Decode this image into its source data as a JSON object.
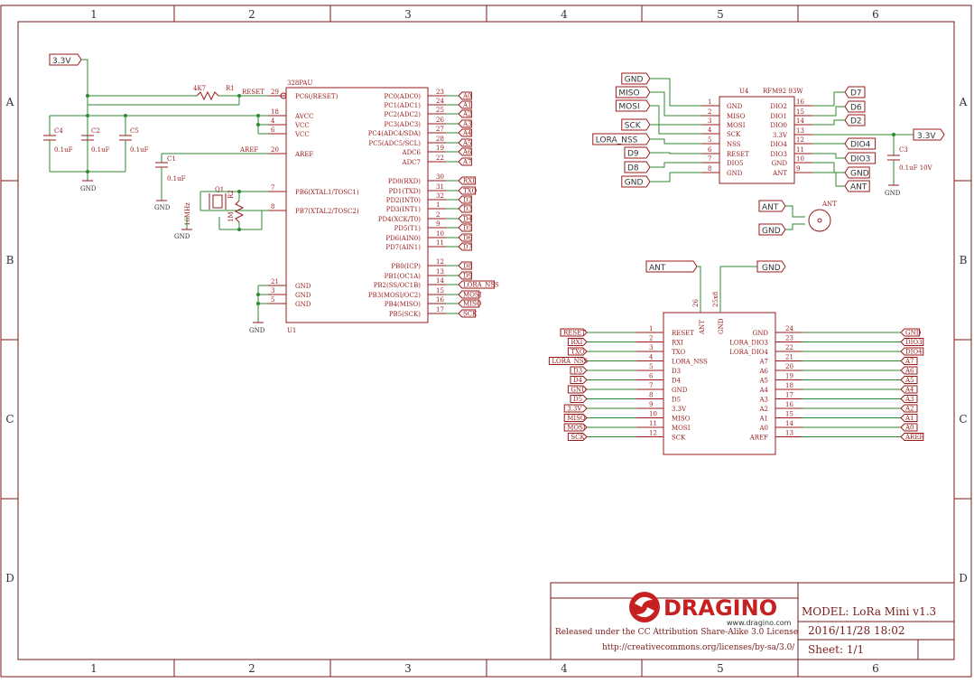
{
  "grid": {
    "cols": [
      "1",
      "2",
      "3",
      "4",
      "5",
      "6"
    ],
    "rows": [
      "A",
      "B",
      "C",
      "D"
    ]
  },
  "u1": {
    "name": "U1",
    "value": "328PAU",
    "left_pins": [
      {
        "label": "PC6(/RESET)",
        "num": "29"
      },
      {
        "label": "AVCC",
        "num": "18"
      },
      {
        "label": "VCC",
        "num": "4"
      },
      {
        "label": "VCC",
        "num": "6"
      },
      {
        "label": "AREF",
        "num": "20"
      },
      {
        "label": "PB6(XTAL1/TOSC1)",
        "num": "7"
      },
      {
        "label": "PB7(XTAL2/TOSC2)",
        "num": "8"
      },
      {
        "label": "GND",
        "num": "21"
      },
      {
        "label": "GND",
        "num": "3"
      },
      {
        "label": "GND",
        "num": "5"
      }
    ],
    "right_pins": [
      {
        "label": "PC0(ADC0)",
        "num": "23",
        "net": "A0"
      },
      {
        "label": "PC1(ADC1)",
        "num": "24",
        "net": "A1"
      },
      {
        "label": "PC2(ADC2)",
        "num": "25",
        "net": "A2"
      },
      {
        "label": "PC3(ADC3)",
        "num": "26",
        "net": "A3"
      },
      {
        "label": "PC4(ADC4/SDA)",
        "num": "27",
        "net": "A4"
      },
      {
        "label": "PC5(ADC5/SCL)",
        "num": "28",
        "net": "A5"
      },
      {
        "label": "ADC6",
        "num": "19",
        "net": "A6"
      },
      {
        "label": "ADC7",
        "num": "22",
        "net": "A7"
      },
      {
        "label": "PD0(RXD)",
        "num": "30",
        "net": "RXI"
      },
      {
        "label": "PD1(TXD)",
        "num": "31",
        "net": "TXO"
      },
      {
        "label": "PD2(INT0)",
        "num": "32",
        "net": "D2"
      },
      {
        "label": "PD3(INT1)",
        "num": "1",
        "net": "D3"
      },
      {
        "label": "PD4(XCK/T0)",
        "num": "2",
        "net": "D4"
      },
      {
        "label": "PD5(T1)",
        "num": "9",
        "net": "D5"
      },
      {
        "label": "PD6(AIN0)",
        "num": "10",
        "net": "D6"
      },
      {
        "label": "PD7(AIN1)",
        "num": "11",
        "net": "D7"
      },
      {
        "label": "PB0(ICP)",
        "num": "12",
        "net": "D8"
      },
      {
        "label": "PB1(OC1A)",
        "num": "13",
        "net": "D9"
      },
      {
        "label": "PB2(SS/OC1B)",
        "num": "14",
        "net": "LORA_NSS"
      },
      {
        "label": "PB3(MOSI/OC2)",
        "num": "15",
        "net": "MOSI"
      },
      {
        "label": "PB4(MISO)",
        "num": "16",
        "net": "MISO"
      },
      {
        "label": "PB5(SCK)",
        "num": "17",
        "net": "SCK"
      }
    ]
  },
  "power": {
    "v33": "3.3V",
    "gnd": "GND",
    "reset_net": "RESET",
    "aref_net": "AREF"
  },
  "passives": {
    "r1": {
      "name": "R1",
      "value": "4K7"
    },
    "r2": {
      "name": "R2"
    },
    "r3": {
      "name": "1M"
    },
    "c4": {
      "name": "C4",
      "value": "0.1uF"
    },
    "c2": {
      "name": "C2",
      "value": "0.1uF"
    },
    "c5": {
      "name": "C5",
      "value": "0.1uF"
    },
    "c1": {
      "name": "C1",
      "value": "0.1uF"
    },
    "c3": {
      "name": "C3",
      "value": "0.1uF 10V"
    },
    "q1": {
      "name": "Q1",
      "value": "16MHz"
    }
  },
  "u4": {
    "name": "U4",
    "value": "RFM92 93W",
    "left_pins": [
      {
        "label": "GND",
        "num": "1",
        "net": "GND"
      },
      {
        "label": "MISO",
        "num": "2",
        "net": "MISO"
      },
      {
        "label": "MOSI",
        "num": "3",
        "net": "MOSI"
      },
      {
        "label": "SCK",
        "num": "4",
        "net": "SCK"
      },
      {
        "label": "NSS",
        "num": "5",
        "net": "LORA_NSS"
      },
      {
        "label": "RESET",
        "num": "6",
        "net": "D9"
      },
      {
        "label": "DIO5",
        "num": "7",
        "net": "D8"
      },
      {
        "label": "GND",
        "num": "8",
        "net": "GND"
      }
    ],
    "right_pins": [
      {
        "label": "DIO2",
        "num": "16",
        "net": "D7"
      },
      {
        "label": "DIO1",
        "num": "15",
        "net": "D6"
      },
      {
        "label": "DIO0",
        "num": "14",
        "net": "D2"
      },
      {
        "label": "3.3V",
        "num": "13",
        "net": "3.3V"
      },
      {
        "label": "DIO4",
        "num": "12",
        "net": "DIO4"
      },
      {
        "label": "DIO3",
        "num": "11",
        "net": "DIO3"
      },
      {
        "label": "GND",
        "num": "10",
        "net": "GND"
      },
      {
        "label": "ANT",
        "num": "9",
        "net": "ANT"
      }
    ]
  },
  "antenna": {
    "name": "ANT",
    "pin1": "ANT",
    "pin2": "GND"
  },
  "conn": {
    "top_pins": [
      {
        "label": "ANT",
        "num": "26",
        "net": "ANT"
      },
      {
        "label": "GND",
        "num": "25x8",
        "net": "GND"
      }
    ],
    "left_pins": [
      {
        "label": "RESET",
        "num": "1",
        "net": "RESET"
      },
      {
        "label": "RXI",
        "num": "2",
        "net": "RXI"
      },
      {
        "label": "TXO",
        "num": "3",
        "net": "TXO"
      },
      {
        "label": "LORA_NSS",
        "num": "4",
        "net": "LORA_NSS"
      },
      {
        "label": "D3",
        "num": "5",
        "net": "D3"
      },
      {
        "label": "D4",
        "num": "6",
        "net": "D4"
      },
      {
        "label": "GND",
        "num": "7",
        "net": "GND"
      },
      {
        "label": "D5",
        "num": "8",
        "net": "D5"
      },
      {
        "label": "3.3V",
        "num": "9",
        "net": "3.3V"
      },
      {
        "label": "MISO",
        "num": "10",
        "net": "MISO"
      },
      {
        "label": "MOSI",
        "num": "11",
        "net": "MOSI"
      },
      {
        "label": "SCK",
        "num": "12",
        "net": "SCK"
      }
    ],
    "right_pins": [
      {
        "label": "GND",
        "num": "24",
        "net": "GND"
      },
      {
        "label": "LORA_DIO3",
        "num": "23",
        "net": "DIO3"
      },
      {
        "label": "LORA_DIO4",
        "num": "22",
        "net": "DIO4"
      },
      {
        "label": "A7",
        "num": "21",
        "net": "A7"
      },
      {
        "label": "A6",
        "num": "20",
        "net": "A6"
      },
      {
        "label": "A5",
        "num": "19",
        "net": "A5"
      },
      {
        "label": "A4",
        "num": "18",
        "net": "A4"
      },
      {
        "label": "A3",
        "num": "17",
        "net": "A3"
      },
      {
        "label": "A2",
        "num": "16",
        "net": "A2"
      },
      {
        "label": "A1",
        "num": "15",
        "net": "A1"
      },
      {
        "label": "A0",
        "num": "14",
        "net": "A0"
      },
      {
        "label": "AREF",
        "num": "13",
        "net": "AREF"
      }
    ]
  },
  "title_block": {
    "brand": "DRAGINO",
    "url": "www.dragino.com",
    "model": "MODEL:  LoRa Mini v1.3",
    "date": "2016/11/28 18:02",
    "sheet": "Sheet:  1/1",
    "license": "Released under the CC Attribution Share-Alike 3.0 License",
    "license_url": "http://creativecommons.org/licenses/by-sa/3.0/"
  }
}
